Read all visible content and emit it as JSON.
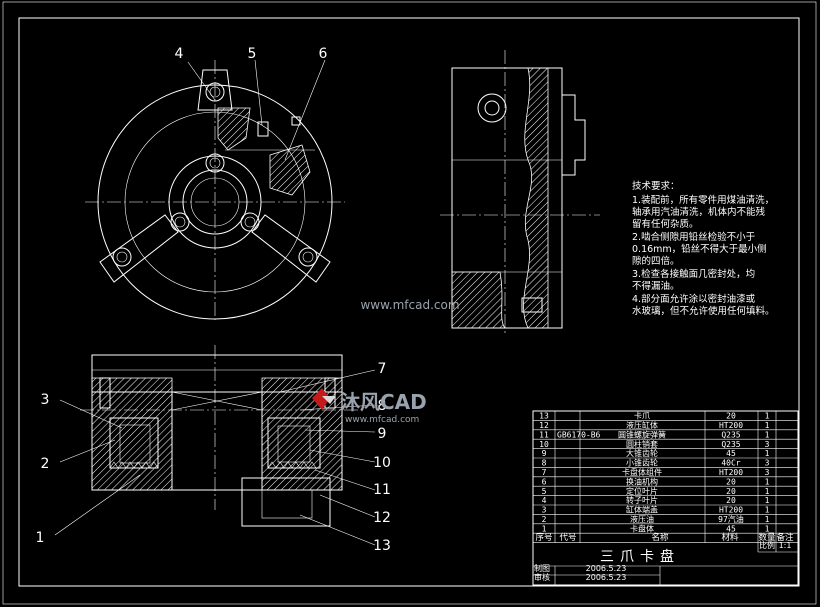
{
  "balloons": [
    "1",
    "2",
    "3",
    "4",
    "5",
    "6",
    "7",
    "8",
    "9",
    "10",
    "11",
    "12",
    "13"
  ],
  "notes": {
    "heading": "技术要求：",
    "lines": [
      "1.装配前，所有零件用煤油清洗，",
      "轴承用汽油清洗，机体内不能残",
      "留有任何杂质。",
      "2.啮合侧隙用铅丝检验不小于",
      "0.16mm，铅丝不得大于最小侧",
      "隙的四倍。",
      "3.检查各接触面几密封处，均",
      "不得漏油。",
      "4.部分面允许涂以密封油漆或",
      "水玻璃，但不允许使用任何填料。"
    ]
  },
  "watermark": {
    "url_top": "www.mfcad.com",
    "brand": "沐风CAD",
    "url_bottom": "www.mfcad.com"
  },
  "bom": {
    "rows": [
      {
        "no": "13",
        "code": "",
        "name": "卡爪",
        "qty": "20",
        "mat": "1"
      },
      {
        "no": "12",
        "code": "",
        "name": "液压缸体",
        "qty": "HT200",
        "mat": "1"
      },
      {
        "no": "11",
        "code": "GB6170-B6",
        "name": "圆锥螺旋弹簧",
        "qty": "Q235",
        "mat": "1"
      },
      {
        "no": "10",
        "code": "",
        "name": "圆柱销套",
        "qty": "Q235",
        "mat": "3"
      },
      {
        "no": "9",
        "code": "",
        "name": "大锥齿轮",
        "qty": "45",
        "mat": "1"
      },
      {
        "no": "8",
        "code": "",
        "name": "小锥齿轮",
        "qty": "40Cr",
        "mat": "3"
      },
      {
        "no": "7",
        "code": "",
        "name": "卡盘体组件",
        "qty": "HT200",
        "mat": "3"
      },
      {
        "no": "6",
        "code": "",
        "name": "换油机构",
        "qty": "20",
        "mat": "1"
      },
      {
        "no": "5",
        "code": "",
        "name": "定位叶片",
        "qty": "20",
        "mat": "1"
      },
      {
        "no": "4",
        "code": "",
        "name": "转子叶片",
        "qty": "20",
        "mat": "1"
      },
      {
        "no": "3",
        "code": "",
        "name": "缸体端盖",
        "qty": "HT200",
        "mat": "1"
      },
      {
        "no": "2",
        "code": "",
        "name": "液压油",
        "qty": "97汽油",
        "mat": "1"
      },
      {
        "no": "1",
        "code": "",
        "name": "卡盘体",
        "qty": "45",
        "mat": "1"
      }
    ],
    "header": {
      "no": "序号",
      "code": "代号",
      "name": "名称",
      "material": "材料",
      "qty": "数量",
      "remark": "备注"
    },
    "title": "三爪卡盘",
    "scale_label": "比例",
    "scale_value": "1:1",
    "sign_rows": [
      {
        "label": "制图",
        "date": "2006.5.23"
      },
      {
        "label": "审核",
        "date": "2006.5.23"
      }
    ]
  },
  "colors": {
    "background": "#000000",
    "line": "#ffffff",
    "brand_accent": "#c41a1a"
  }
}
